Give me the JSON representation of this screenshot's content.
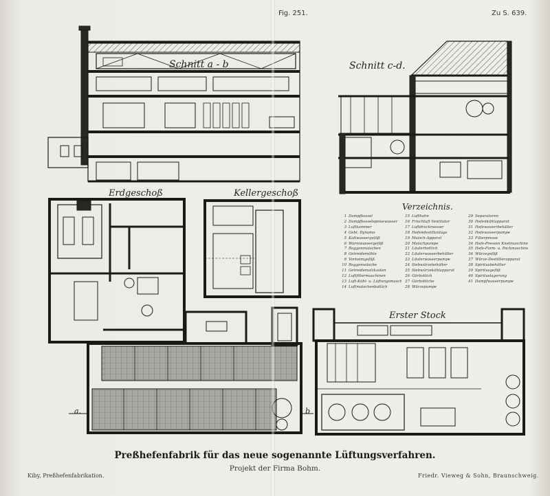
{
  "header": {
    "figure_label": "Fig. 251.",
    "page_ref": "Zu S. 639."
  },
  "drawings": {
    "section_ab": "Schnitt a - b",
    "section_cd": "Schnitt c-d.",
    "ground_floor": "Erdgeschoß",
    "cellar": "Kellergeschoß",
    "first_floor": "Erster Stock",
    "marker_a": "a.",
    "marker_b": "b"
  },
  "legend": {
    "title": "Verzeichnis.",
    "items": [
      {
        "num": "1",
        "label": "Dampfkessel"
      },
      {
        "num": "2",
        "label": "Dampfkesselspeisewasser"
      },
      {
        "num": "3",
        "label": "Luftkammer"
      },
      {
        "num": "4",
        "label": "Gebl. Dynamo"
      },
      {
        "num": "5",
        "label": "Kaltwassergefäß"
      },
      {
        "num": "6",
        "label": "Warmwassergefäß"
      },
      {
        "num": "7",
        "label": "Roggenmaischen"
      },
      {
        "num": "8",
        "label": "Getreidemühle"
      },
      {
        "num": "9",
        "label": "Vorkeimgefäß"
      },
      {
        "num": "10",
        "label": "Roggenwäsche"
      },
      {
        "num": "11",
        "label": "Getreidemalzkasten"
      },
      {
        "num": "12",
        "label": "Luftfiltermaschinen"
      },
      {
        "num": "13",
        "label": "Luft-Kühl- u. Lüftungsmaschinen"
      },
      {
        "num": "14",
        "label": "Luftmaischenbottich"
      },
      {
        "num": "15",
        "label": "Lufthahn"
      },
      {
        "num": "16",
        "label": "Frischluft Ventilator"
      },
      {
        "num": "17",
        "label": "Luftdruckmesser"
      },
      {
        "num": "18",
        "label": "Hefendestillanlage"
      },
      {
        "num": "19",
        "label": "Maisch-Apparat"
      },
      {
        "num": "20",
        "label": "Maischpumpe"
      },
      {
        "num": "21",
        "label": "Läuterbottich"
      },
      {
        "num": "22",
        "label": "Läuterwasserbehälter"
      },
      {
        "num": "23",
        "label": "Läuterwasserpumpe"
      },
      {
        "num": "24",
        "label": "Siebwürzebehälter"
      },
      {
        "num": "25",
        "label": "Siebwürzekühlapparat"
      },
      {
        "num": "26",
        "label": "Gärbottich"
      },
      {
        "num": "27",
        "label": "Gärbottiche"
      },
      {
        "num": "28",
        "label": "Würzepumpe"
      },
      {
        "num": "29",
        "label": "Separatoren"
      },
      {
        "num": "30",
        "label": "Hefenkühlapparat"
      },
      {
        "num": "31",
        "label": "Hefewasserbehälter"
      },
      {
        "num": "32",
        "label": "Hefewasserpumpe"
      },
      {
        "num": "33",
        "label": "Filterpresse"
      },
      {
        "num": "34",
        "label": "Hefe-Pressen Knetmaschine"
      },
      {
        "num": "35",
        "label": "Hefe-Form- u. Packmaschine"
      },
      {
        "num": "36",
        "label": "Würzegefäß"
      },
      {
        "num": "37",
        "label": "Würze-Destillierapparat"
      },
      {
        "num": "38",
        "label": "Spiritusbehälter"
      },
      {
        "num": "39",
        "label": "Spiritusgefäß"
      },
      {
        "num": "40",
        "label": "Spirituslagerung"
      },
      {
        "num": "41",
        "label": "Dampfwasserpumpe"
      }
    ]
  },
  "caption": {
    "title": "Preßhefenfabrik für das neue sogenannte Lüftungsverfahren.",
    "subtitle": "Projekt der Firma Bohm."
  },
  "footer": {
    "left": "Kiby, Preßhefenfabrikation.",
    "right": "Friedr. Vieweg & Sohn, Braunschweig."
  }
}
